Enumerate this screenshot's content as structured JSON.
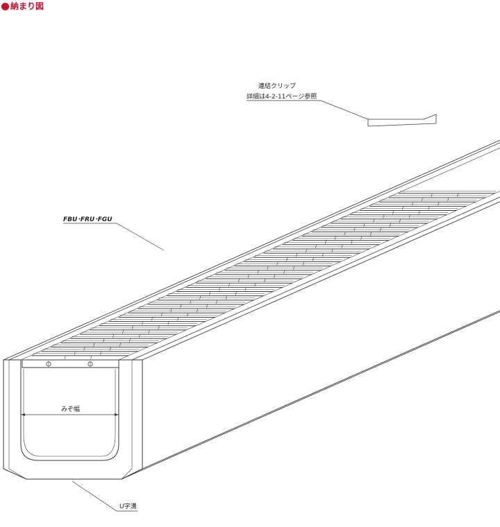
{
  "header": {
    "title": "納まり図",
    "bullet_color": "#c8102e",
    "title_color": "#c8102e"
  },
  "labels": {
    "clip_line1": "連結クリップ",
    "clip_line2": "詳細は4-2-11ページ参照",
    "grating": "FBU･FRU･FGU",
    "width": "みぞ幅",
    "channel": "U字溝"
  },
  "colors": {
    "line": "#3a3a3a",
    "fill": "#ffffff"
  }
}
